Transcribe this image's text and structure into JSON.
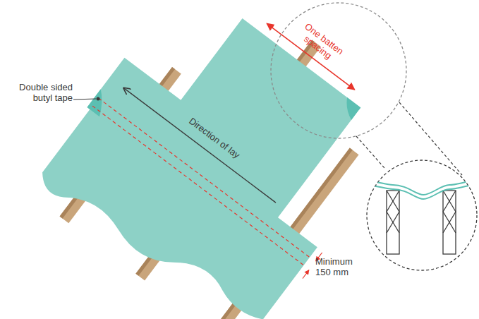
{
  "diagram": {
    "labels": [
      "Double sided butyl tape",
      "One batten spacing",
      "Direction of lay",
      "Minimum 150 mm"
    ]
  }
}
